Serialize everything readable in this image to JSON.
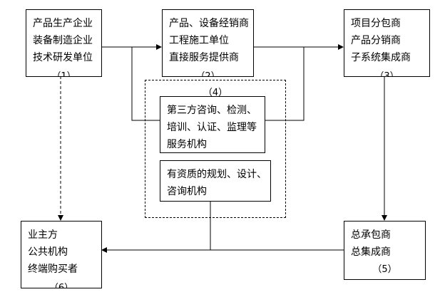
{
  "nodes": {
    "producers": {
      "lines": [
        "产品生产企业",
        "装备制造企业",
        "技术研发单位"
      ],
      "label": "（1）"
    },
    "distributors": {
      "lines": [
        "产品、设备经销商",
        "工程施工单位",
        "直接服务提供商"
      ],
      "label": "（2）"
    },
    "subcontractors": {
      "lines": [
        "项目分包商",
        "产品分销商",
        "子系统集成商"
      ],
      "label": "（3）"
    },
    "third_party_group": {
      "label": "（4）"
    },
    "third_party": {
      "lines": [
        "第三方咨询、检测、",
        "培训、认证、监理等",
        "服务机构"
      ]
    },
    "planning": {
      "lines": [
        "有资质的规划、设计、",
        "咨询机构"
      ]
    },
    "owners": {
      "lines": [
        "业主方",
        "公共机构",
        "终端购买者"
      ],
      "label": "（6）"
    },
    "contractors": {
      "lines": [
        "总承包商",
        "总集成商"
      ],
      "label": "（5）"
    }
  }
}
